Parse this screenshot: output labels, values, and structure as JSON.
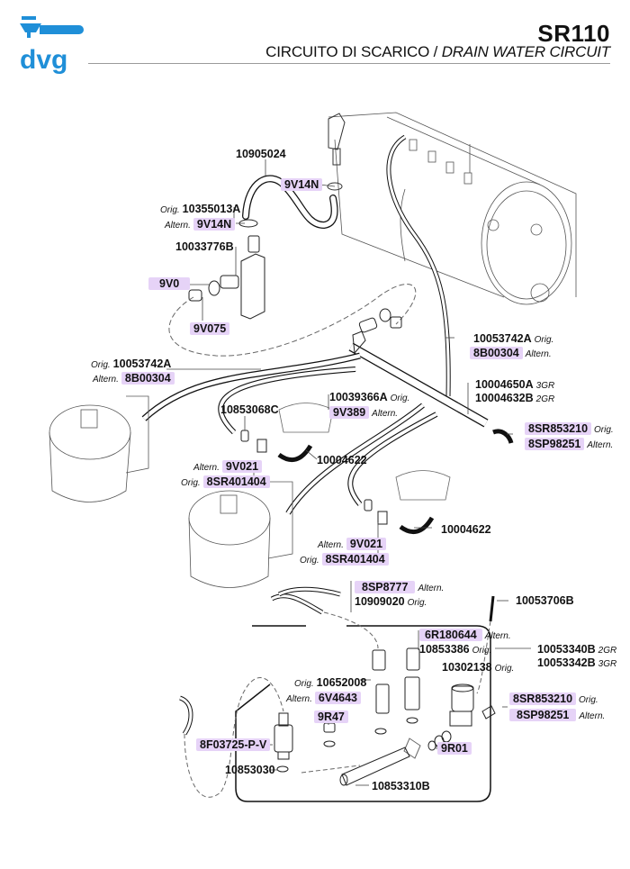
{
  "header": {
    "brand": "dvg",
    "model_code": "SR110",
    "title_it": "CIRCUITO DI SCARICO /",
    "title_en": "DRAIN WATER CIRCUIT"
  },
  "colors": {
    "brand_blue": "#1f8fd8",
    "highlight": "#e6d3f7",
    "line": "#222222"
  },
  "tags": {
    "orig": "Orig.",
    "altern": "Altern."
  },
  "parts": {
    "p10905024": "10905024",
    "p9V14N_a": "9V14N",
    "p10355013A": "10355013A",
    "p9V14N_b": "9V14N",
    "p10033776B": "10033776B",
    "p9V0": "9V0",
    "p9V075": "9V075",
    "p10053742A_left": "10053742A",
    "p8B00304_left": "8B00304",
    "p10053742A_right": "10053742A",
    "p8B00304_right": "8B00304",
    "p10004650A": "10004650A",
    "p10004650A_note": "3GR",
    "p10004632B": "10004632B",
    "p10004632B_note": "2GR",
    "p10039366A": "10039366A",
    "p9V389": "9V389",
    "p10853068C": "10853068C",
    "p8SR853210_top": "8SR853210",
    "p8SP98251_top": "8SP98251",
    "p9V021_a": "9V021",
    "p8SR401404_a": "8SR401404",
    "p10004622_a": "10004622",
    "p10004622_b": "10004622",
    "p9V021_b": "9V021",
    "p8SR401404_b": "8SR401404",
    "p8SP8777": "8SP8777",
    "p10909020": "10909020",
    "p10053706B": "10053706B",
    "p6R180644": "6R180644",
    "p10853386": "10853386",
    "p10053340B": "10053340B",
    "p10053340B_note": "2GR",
    "p10053342B": "10053342B",
    "p10053342B_note": "3GR",
    "p10302138": "10302138",
    "p10652008": "10652008",
    "p6V4643": "6V4643",
    "p9R47": "9R47",
    "p8SR853210_bot": "8SR853210",
    "p8SP98251_bot": "8SP98251",
    "p9R01": "9R01",
    "p8F03725PV": "8F03725-P-V",
    "p10853030": "10853030",
    "p10853310B": "10853310B"
  },
  "icons": {
    "logo": "dvg-portafilter-logo",
    "boiler": "boiler-tank-drawing",
    "brew_groups": "brew-group-drawing",
    "solenoid": "solenoid-valve-drawing",
    "manifold": "drain-manifold-drawing"
  }
}
